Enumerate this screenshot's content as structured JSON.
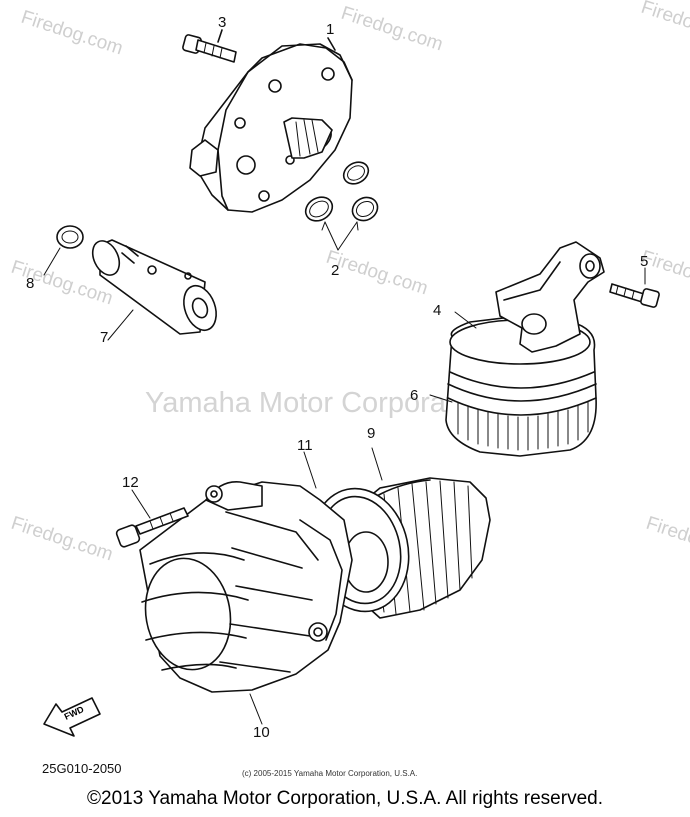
{
  "watermarks": {
    "site": "Firedog.com",
    "center_text": "Yamaha Motor Corporation, U.S.A."
  },
  "callouts": {
    "c1": "1",
    "c2": "2",
    "c3": "3",
    "c4": "4",
    "c5": "5",
    "c6": "6",
    "c7": "7",
    "c8": "8",
    "c9": "9",
    "c10": "10",
    "c11": "11",
    "c12": "12"
  },
  "fwd_label": "FWD",
  "part_number": "25G010-2050",
  "small_copyright": "(c) 2005-2015 Yamaha Motor Corporation, U.S.A.",
  "copyright": "©2013 Yamaha Motor Corporation, U.S.A. All rights reserved."
}
